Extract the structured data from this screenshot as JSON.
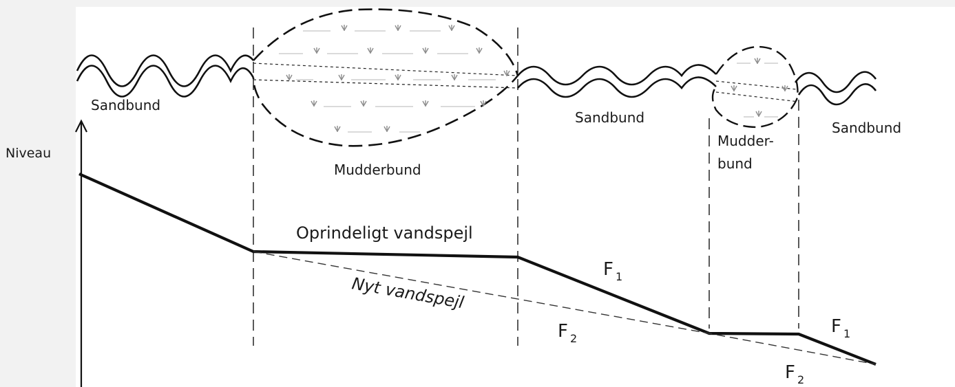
{
  "diagram": {
    "axis_label": "Niveau",
    "zones": {
      "sand_left": "Sandbund",
      "mud_1": "Mudderbund",
      "sand_mid": "Sandbund",
      "mud_2_line1": "Mudder-",
      "mud_2_line2": "bund",
      "sand_right": "Sandbund"
    },
    "lines": {
      "original": "Oprindeligt vandspejl",
      "new": "Nyt vandspejl"
    },
    "flow_labels": {
      "f1_main": "F",
      "f1_sub": "1",
      "f2_main": "F",
      "f2_sub": "2"
    },
    "colors": {
      "line": "#1a1a1a",
      "plant": "#9a9a9a",
      "background": "#ffffff",
      "page": "#f2f2f2"
    }
  }
}
